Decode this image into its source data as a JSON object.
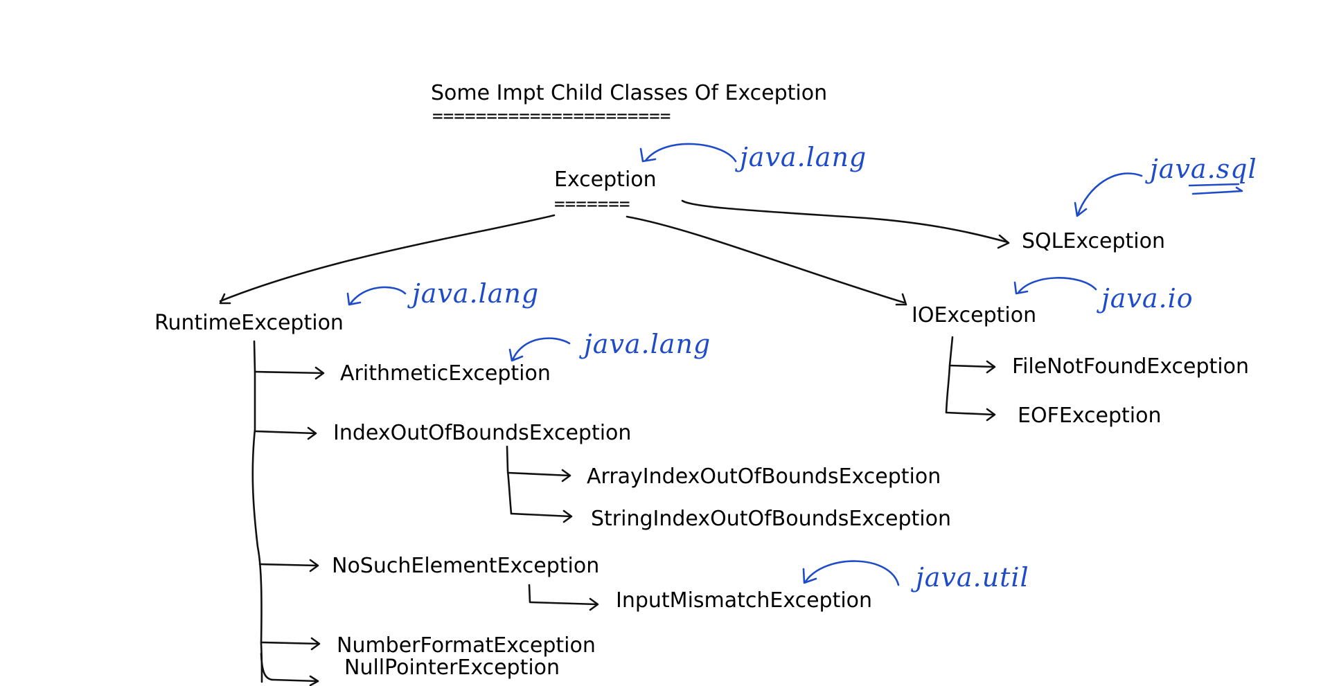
{
  "title": "Some Impt Child Classes Of Exception",
  "title_underline": "======================",
  "root": {
    "label": "Exception",
    "underline": "======="
  },
  "nodes": {
    "runtime": "RuntimeException",
    "arithmetic": "ArithmeticException",
    "index_oob": "IndexOutOfBoundsException",
    "array_index_oob": "ArrayIndexOutOfBoundsException",
    "string_index_oob": "StringIndexOutOfBoundsException",
    "no_such_element": "NoSuchElementException",
    "input_mismatch": "InputMismatchException",
    "number_format": "NumberFormatException",
    "null_pointer": "NullPointerException",
    "io": "IOException",
    "file_not_found": "FileNotFoundException",
    "eof": "EOFException",
    "sql": "SQLException"
  },
  "packages": {
    "exception": "java.lang",
    "runtime": "java.lang",
    "arithmetic": "java.lang",
    "sql": "java.sql",
    "io": "java.io",
    "input_mismatch": "java.util"
  },
  "colors": {
    "text": "#000000",
    "handwriting": "#1e4bc8"
  }
}
